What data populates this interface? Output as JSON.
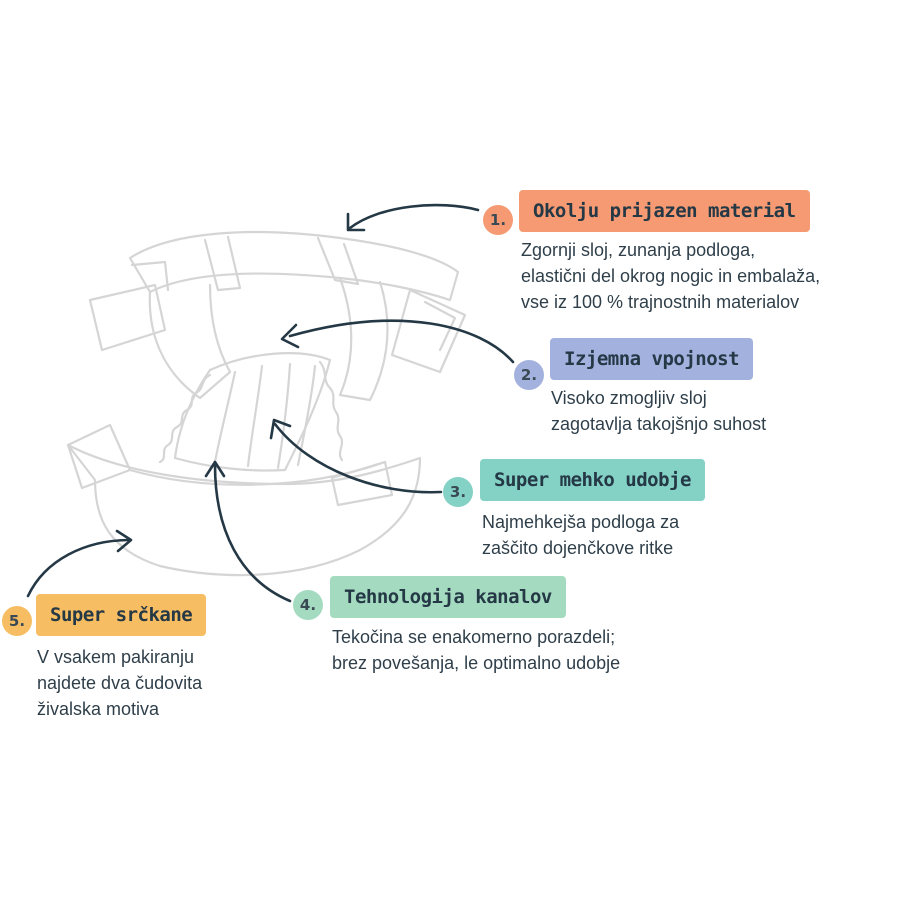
{
  "colors": {
    "orange": "#f59a72",
    "blue": "#a3b1de",
    "teal": "#84d1c6",
    "green": "#a4dbc0",
    "yellow": "#f7bd62",
    "ink": "#243845",
    "outline": "#d5d5d5"
  },
  "callouts": [
    {
      "number": "1.",
      "title": "Okolju prijazen material",
      "lines": [
        "Zgornji sloj, zunanja podloga,",
        "elastični del okrog nogic in embalaža,",
        "vse iz 100 % trajnostnih materialov"
      ]
    },
    {
      "number": "2.",
      "title": "Izjemna vpojnost",
      "lines": [
        "Visoko zmogljiv sloj",
        "zagotavlja takojšnjo suhost"
      ]
    },
    {
      "number": "3.",
      "title": "Super mehko udobje",
      "lines": [
        "Najmehkejša podloga za",
        "zaščito dojenčkove ritke"
      ]
    },
    {
      "number": "4.",
      "title": "Tehnologija kanalov",
      "lines": [
        "Tekočina se enakomerno porazdeli;",
        "brez povešanja, le optimalno udobje"
      ]
    },
    {
      "number": "5.",
      "title": "Super srčkane",
      "lines": [
        "V vsakem pakiranju",
        "najdete dva čudovita",
        "živalska motiva"
      ]
    }
  ]
}
